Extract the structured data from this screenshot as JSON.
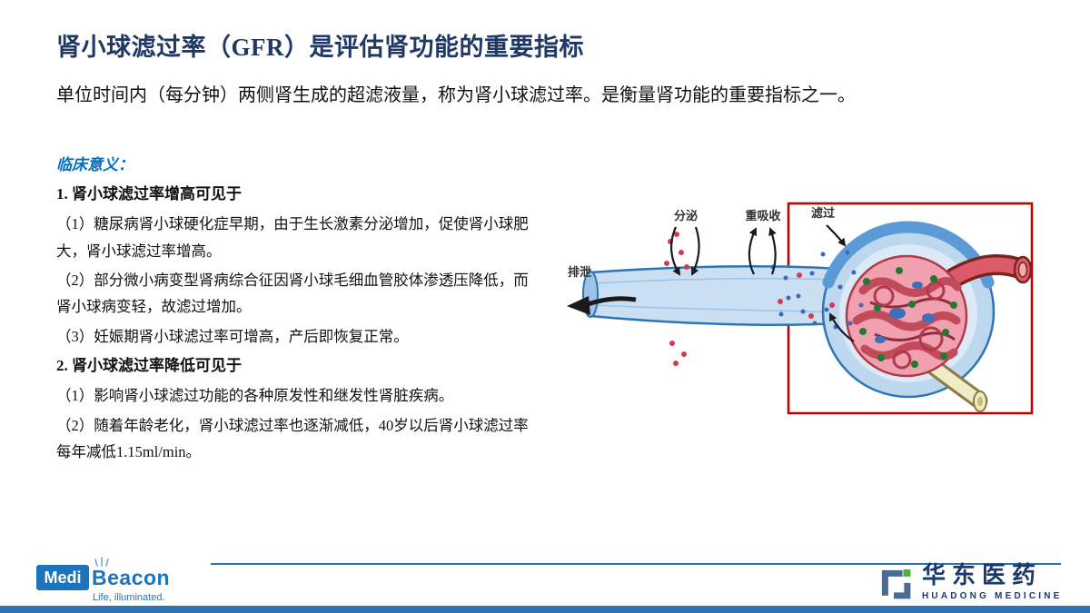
{
  "slide": {
    "title": "肾小球滤过率（GFR）是评估肾功能的重要指标",
    "intro": "单位时间内（每分钟）两侧肾生成的超滤液量，称为肾小球滤过率。是衡量肾功能的重要指标之一。",
    "section_heading": "临床意义：",
    "items": [
      {
        "text": "1. 肾小球滤过率增高可见于"
      },
      {
        "text": "（1）糖尿病肾小球硬化症早期，由于生长激素分泌增加，促使肾小球肥大，肾小球滤过率增高。"
      },
      {
        "text": "（2）部分微小病变型肾病综合征因肾小球毛细血管胶体渗透压降低，而肾小球病变轻，故滤过增加。"
      },
      {
        "text": "（3）妊娠期肾小球滤过率可增高，产后即恢复正常。"
      },
      {
        "text": "2. 肾小球滤过率降低可见于"
      },
      {
        "text": "（1）影响肾小球滤过功能的各种原发性和继发性肾脏疾病。"
      },
      {
        "text": "（2）随着年龄老化，肾小球滤过率也逐渐减低，40岁以后肾小球滤过率每年减低1.15ml/min。"
      }
    ],
    "diagram": {
      "secretion": "分泌",
      "reabsorption": "重吸收",
      "filtration": "滤过",
      "excretion": "排泄"
    }
  },
  "footer": {
    "medibeacon": {
      "medi": "Medi",
      "beacon": "Beacon",
      "tagline": "Life, illuminated."
    },
    "huadong": {
      "name_cn": "华东医药",
      "name_en": "HUADONG MEDICINE"
    }
  },
  "colors": {
    "title_navy": "#1F3864",
    "accent_blue": "#0070C0",
    "frame_red": "#C00000",
    "bar_blue": "#2E74B5",
    "medibeacon_blue": "#1C75BC",
    "huadong_navy": "#1B3A6B",
    "huadong_green": "#4FAE3D"
  }
}
